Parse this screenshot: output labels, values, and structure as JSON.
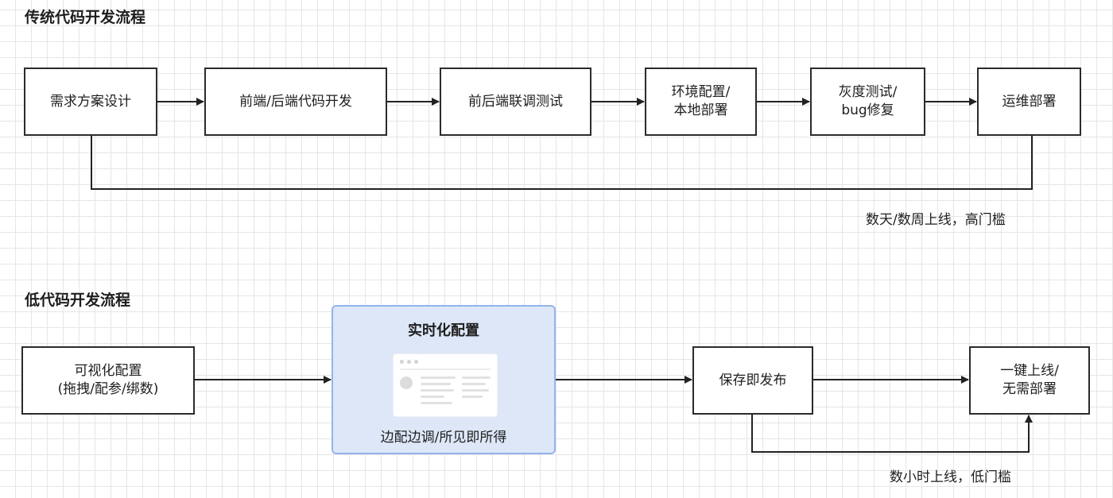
{
  "traditional": {
    "heading": "传统代码开发流程",
    "steps": [
      "需求方案设计",
      "前端/后端代码开发",
      "前后端联调测试",
      "环境配置/\n本地部署",
      "灰度测试/\nbug修复",
      "运维部署"
    ],
    "note": "数天/数周上线，高门槛"
  },
  "lowcode": {
    "heading": "低代码开发流程",
    "step1": "可视化配置\n(拖拽/配参/绑数)",
    "card": {
      "title": "实时化配置",
      "caption": "边配边调/所见即所得"
    },
    "step3": "保存即发布",
    "step4": "一键上线/\n无需部署",
    "note": "数小时上线，低门槛"
  }
}
